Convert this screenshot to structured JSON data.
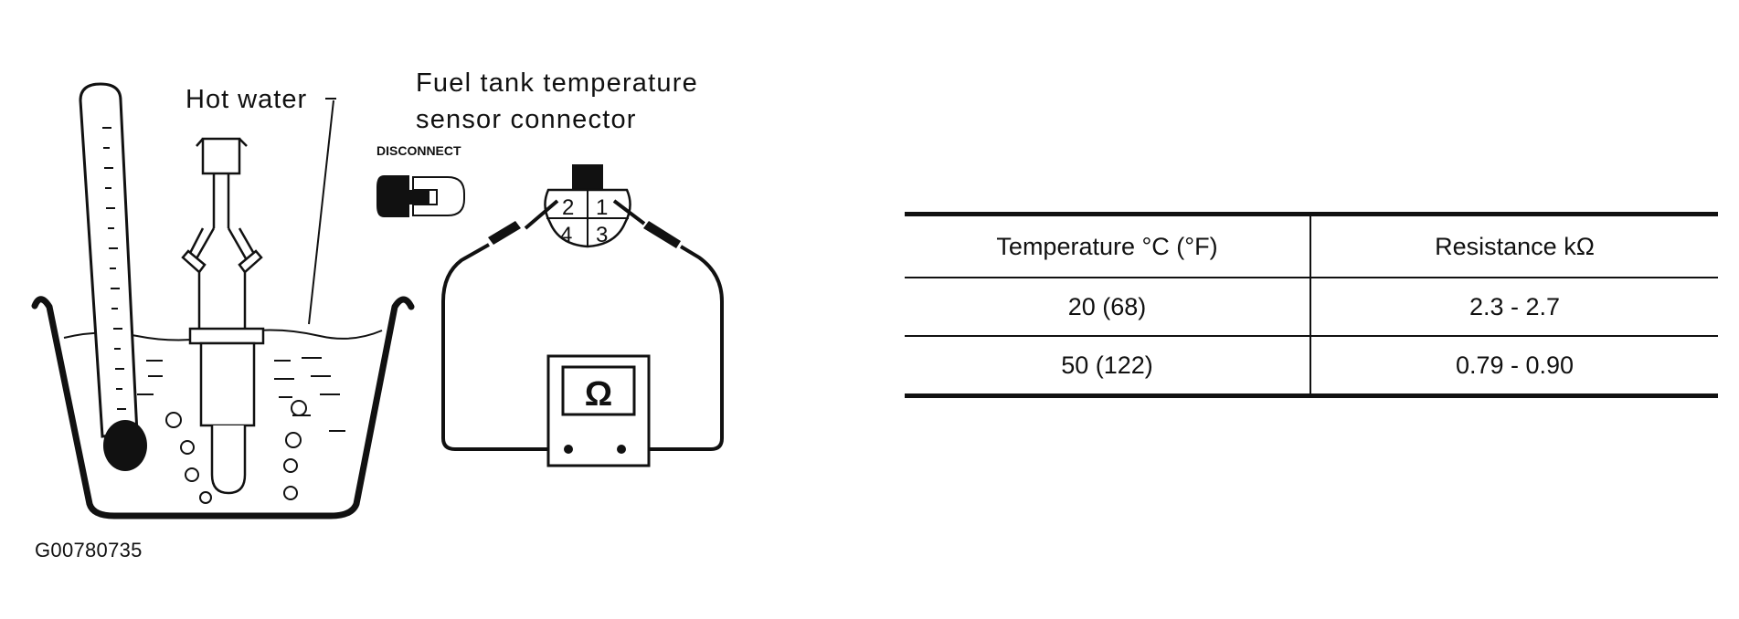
{
  "labels": {
    "hot_water": "Hot water",
    "sensor_line1": "Fuel tank temperature",
    "sensor_line2": "sensor connector",
    "disconnect": "DISCONNECT",
    "pin1": "1",
    "pin2": "2",
    "pin3": "3",
    "pin4": "4",
    "ohm_symbol": "Ω"
  },
  "table": {
    "headers": [
      "Temperature °C (°F)",
      "Resistance kΩ"
    ],
    "rows": [
      [
        "20 (68)",
        "2.3 - 2.7"
      ],
      [
        "50 (122)",
        "0.79 - 0.90"
      ]
    ]
  },
  "figure_id": "G00780735"
}
